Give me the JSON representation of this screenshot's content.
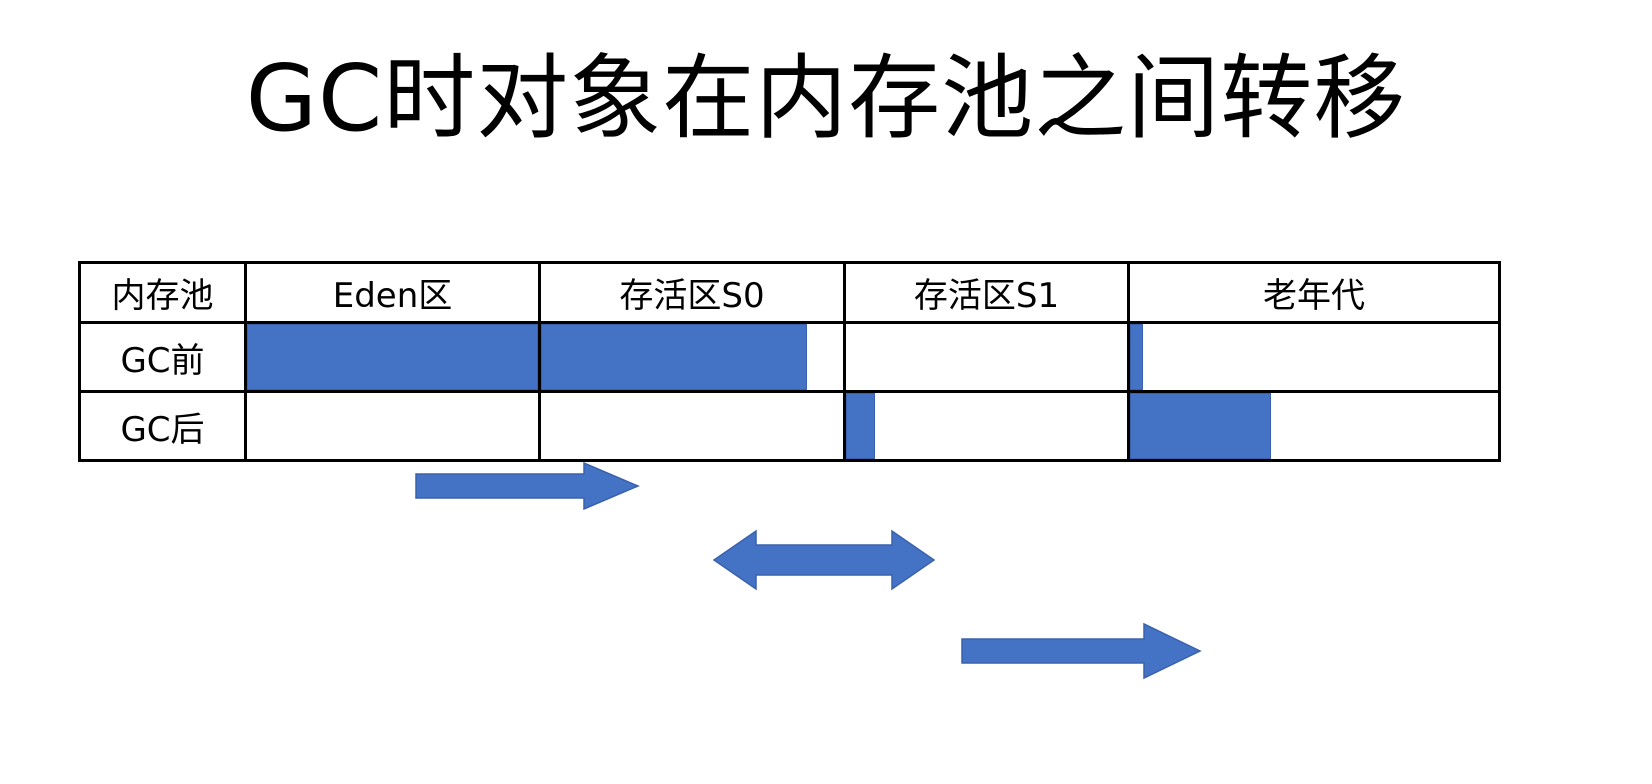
{
  "slide": {
    "title": "GC时对象在内存池之间转移",
    "background_color": "#FFFFFF",
    "accent_color": "#4472C4",
    "border_color": "#000000"
  },
  "table": {
    "headers": [
      {
        "key": "pool",
        "label": "内存池"
      },
      {
        "key": "eden",
        "label": "Eden区"
      },
      {
        "key": "s0",
        "label": "存活区S0"
      },
      {
        "key": "s1",
        "label": "存活区S1"
      },
      {
        "key": "old",
        "label": "老年代"
      }
    ],
    "rows": [
      {
        "key": "before",
        "label": "GC前",
        "cells": [
          {
            "key": "eden",
            "fill_percent": 100,
            "filled": true
          },
          {
            "key": "s0",
            "fill_percent": 88,
            "filled": true
          },
          {
            "key": "s1",
            "fill_percent": 0,
            "filled": false
          },
          {
            "key": "old",
            "fill_percent": 4,
            "filled": true
          }
        ]
      },
      {
        "key": "after",
        "label": "GC后",
        "cells": [
          {
            "key": "eden",
            "fill_percent": 0,
            "filled": false
          },
          {
            "key": "s0",
            "fill_percent": 0,
            "filled": false
          },
          {
            "key": "s1",
            "fill_percent": 10,
            "filled": true
          },
          {
            "key": "old",
            "fill_percent": 38,
            "filled": true
          }
        ]
      }
    ]
  },
  "arrows": [
    {
      "key": "eden-to-s0",
      "direction": "right",
      "label": ""
    },
    {
      "key": "s0-s1",
      "direction": "bidirectional",
      "label": ""
    },
    {
      "key": "s1-to-old",
      "direction": "right",
      "label": ""
    }
  ]
}
